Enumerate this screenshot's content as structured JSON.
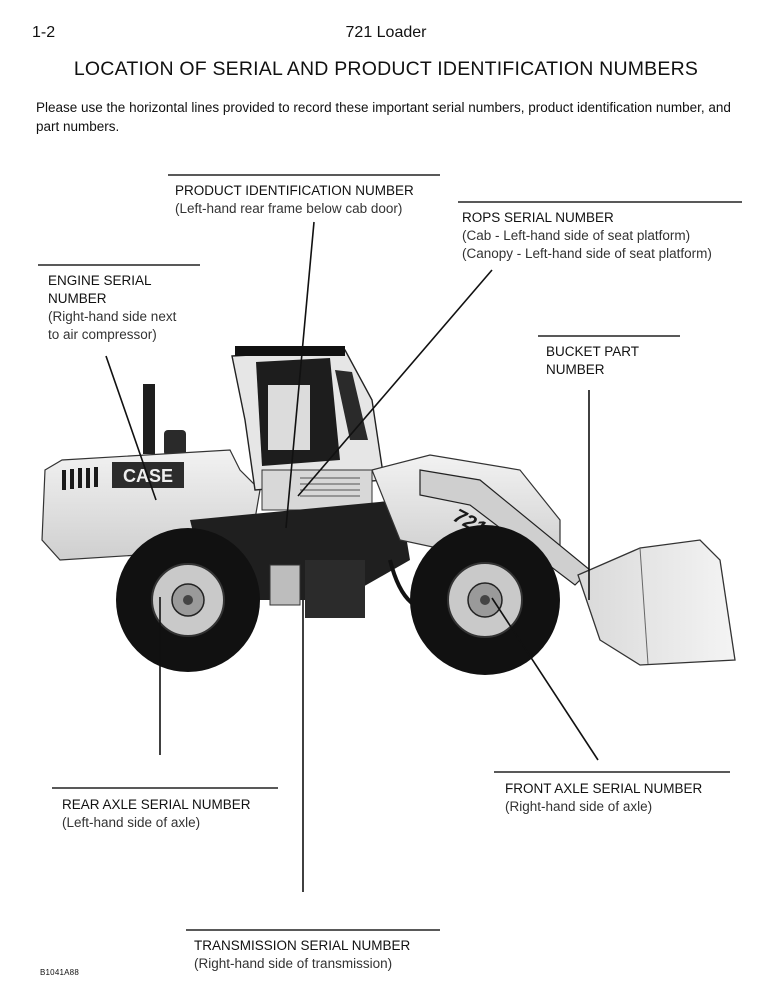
{
  "header": {
    "page_number": "1-2",
    "title": "721 Loader"
  },
  "main_title": "LOCATION OF SERIAL AND PRODUCT IDENTIFICATION NUMBERS",
  "intro": "Please use the horizontal lines provided to record these important serial numbers, product identification number, and part numbers.",
  "machine": {
    "brand_text": "CASE",
    "model_text": "721"
  },
  "labels": {
    "pin": {
      "title": "PRODUCT IDENTIFICATION NUMBER",
      "desc": "(Left-hand rear frame below cab door)"
    },
    "rops": {
      "title": "ROPS SERIAL NUMBER",
      "desc1": "(Cab - Left-hand side of seat platform)",
      "desc2": "(Canopy - Left-hand side of seat platform)"
    },
    "engine": {
      "title1": "ENGINE SERIAL",
      "title2": "NUMBER",
      "desc1": "(Right-hand side next",
      "desc2": "to air compressor)"
    },
    "bucket": {
      "title1": "BUCKET PART",
      "title2": "NUMBER"
    },
    "rear_axle": {
      "title": "REAR AXLE SERIAL NUMBER",
      "desc": "(Left-hand side of axle)"
    },
    "front_axle": {
      "title": "FRONT AXLE SERIAL NUMBER",
      "desc": "(Right-hand side of axle)"
    },
    "transmission": {
      "title": "TRANSMISSION SERIAL NUMBER",
      "desc": "(Right-hand side of transmission)"
    }
  },
  "figure_code": "B1041A88"
}
